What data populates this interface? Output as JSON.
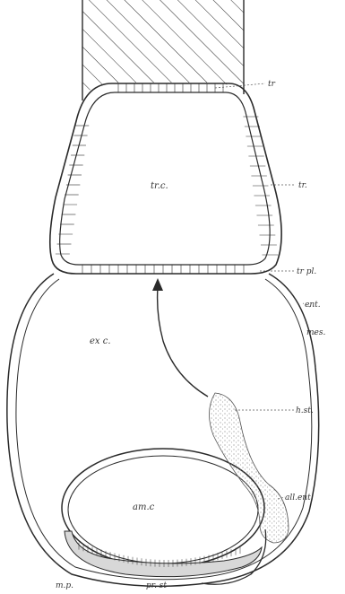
{
  "colors": {
    "ink": "#2a2a2a",
    "paper": "#ffffff",
    "stipple": "#9a9a9a"
  },
  "labels": {
    "tr_top": "tr",
    "tr_side": "tr.",
    "tr_cavity": "tr.c.",
    "tr_plate": "tr pl.",
    "entoderm": "ent.",
    "mesoderm": "mes.",
    "exocoelom": "ex c.",
    "body_stalk": "h.st.",
    "allantois": "all.ent.",
    "amnion_cavity": "am.c",
    "medullary_plate": "m.p.",
    "primitive_streak": "pr. st"
  }
}
